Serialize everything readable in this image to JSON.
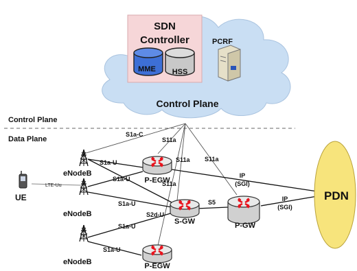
{
  "controller": {
    "title_line1": "SDN",
    "title_line2": "Controller"
  },
  "databases": {
    "mme": "MME",
    "hss": "HSS"
  },
  "pcrf": "PCRF",
  "control_plane_cloud_label": "Control Plane",
  "planes": {
    "control": "Control Plane",
    "data": "Data Plane"
  },
  "nodes": {
    "ue": "UE",
    "enodeb_top": "eNodeB",
    "enodeb_mid": "eNodeB",
    "enodeb_bottom": "eNodeB",
    "pegw_top": "P-EGW",
    "pegw_bottom": "P-EGW",
    "sgw": "S-GW",
    "pgw": "P-GW",
    "pdn": "PDN"
  },
  "links": {
    "s1a_c": "S1a-C",
    "s11a_1": "S11a",
    "s11a_2": "S11a",
    "s11a_3": "S11a",
    "s11a_4": "S11a",
    "s1a_u_1": "S1a-U",
    "s1a_u_2": "S1a-U",
    "s1a_u_3": "S1a-U",
    "s1a_u_4": "S1a-U",
    "s1a_u_5": "S1a-U",
    "s2d_u": "S2d-U",
    "s5": "S5",
    "lte_uu": "LTE-Uu",
    "ip_1": "IP",
    "sgi_1": "(SGI)",
    "ip_2": "IP",
    "sgi_2": "(SGI)"
  },
  "colors": {
    "cloud": "#c9def3",
    "controller_box": "#f6d6d8",
    "mme_db": "#3d6fd6",
    "hss_db": "#c8c8c8",
    "router": "#e2e2e2",
    "router_arrows": "#e8141e",
    "pdn": "#f7e47c"
  }
}
